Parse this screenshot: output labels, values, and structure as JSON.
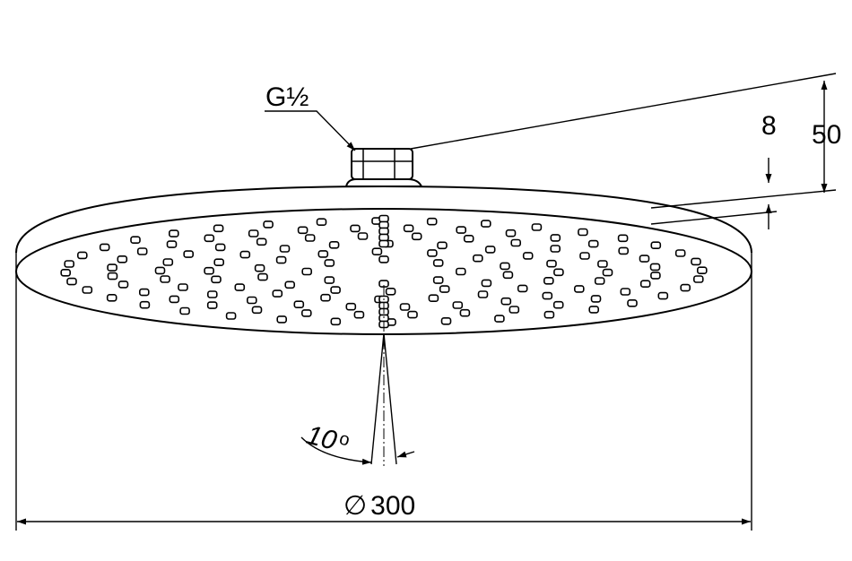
{
  "labels": {
    "thread": "G½",
    "height_total": "50",
    "height_plate": "8",
    "angle": "10",
    "diameter_symbol": "∅",
    "diameter_value": "300"
  },
  "colors": {
    "line": "#000000",
    "background": "#ffffff"
  }
}
